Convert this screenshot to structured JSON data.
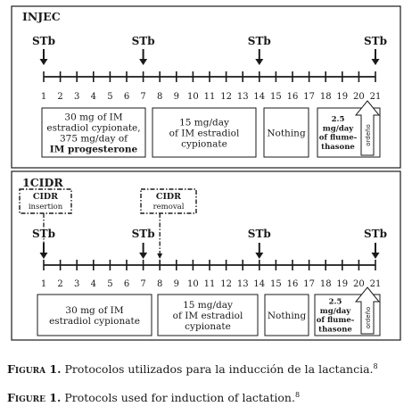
{
  "days": [
    "1",
    "2",
    "3",
    "4",
    "5",
    "6",
    "7",
    "8",
    "9",
    "10",
    "11",
    "12",
    "13",
    "14",
    "15",
    "16",
    "17",
    "18",
    "19",
    "20",
    "21"
  ],
  "panels": [
    {
      "title": "INJEC",
      "stb_label": "STb",
      "stb_days": [
        1,
        7,
        14,
        21
      ],
      "boxes": [
        {
          "lines": [
            "30 mg of IM",
            "estradiol cypionate,",
            "375 mg/day of"
          ],
          "bold_line": "IM progesterone"
        },
        {
          "lines": [
            "15 mg/day",
            "of IM estradiol",
            "cypionate"
          ]
        },
        {
          "lines": [
            "Nothing"
          ]
        },
        {
          "bold_lines": [
            "2.5",
            "mg/day",
            "of flume-",
            "thasone"
          ],
          "rotated": "ordeño"
        }
      ]
    },
    {
      "title": "1CIDR",
      "stb_label": "STb",
      "stb_days": [
        1,
        7,
        14,
        21
      ],
      "events": [
        {
          "title": "CIDR",
          "sub": "insertion",
          "day": 1
        },
        {
          "title": "CIDR",
          "sub": "removal",
          "day": 8
        }
      ],
      "boxes": [
        {
          "lines": [
            "30 mg of IM",
            "estradiol cypionate"
          ]
        },
        {
          "lines": [
            "15 mg/day",
            "of IM estradiol",
            "cypionate"
          ]
        },
        {
          "lines": [
            "Nothing"
          ]
        },
        {
          "bold_lines": [
            "2.5",
            "mg/day",
            "of flume-",
            "thasone"
          ],
          "rotated": "ordeño"
        }
      ]
    }
  ],
  "captions": [
    {
      "fig": "Figura 1.",
      "text": " Protocolos utilizados para la inducción de la lactancia.",
      "ref": "8"
    },
    {
      "fig": "Figure 1.",
      "text": " Protocols used for induction of lactation.",
      "ref": "8"
    }
  ]
}
